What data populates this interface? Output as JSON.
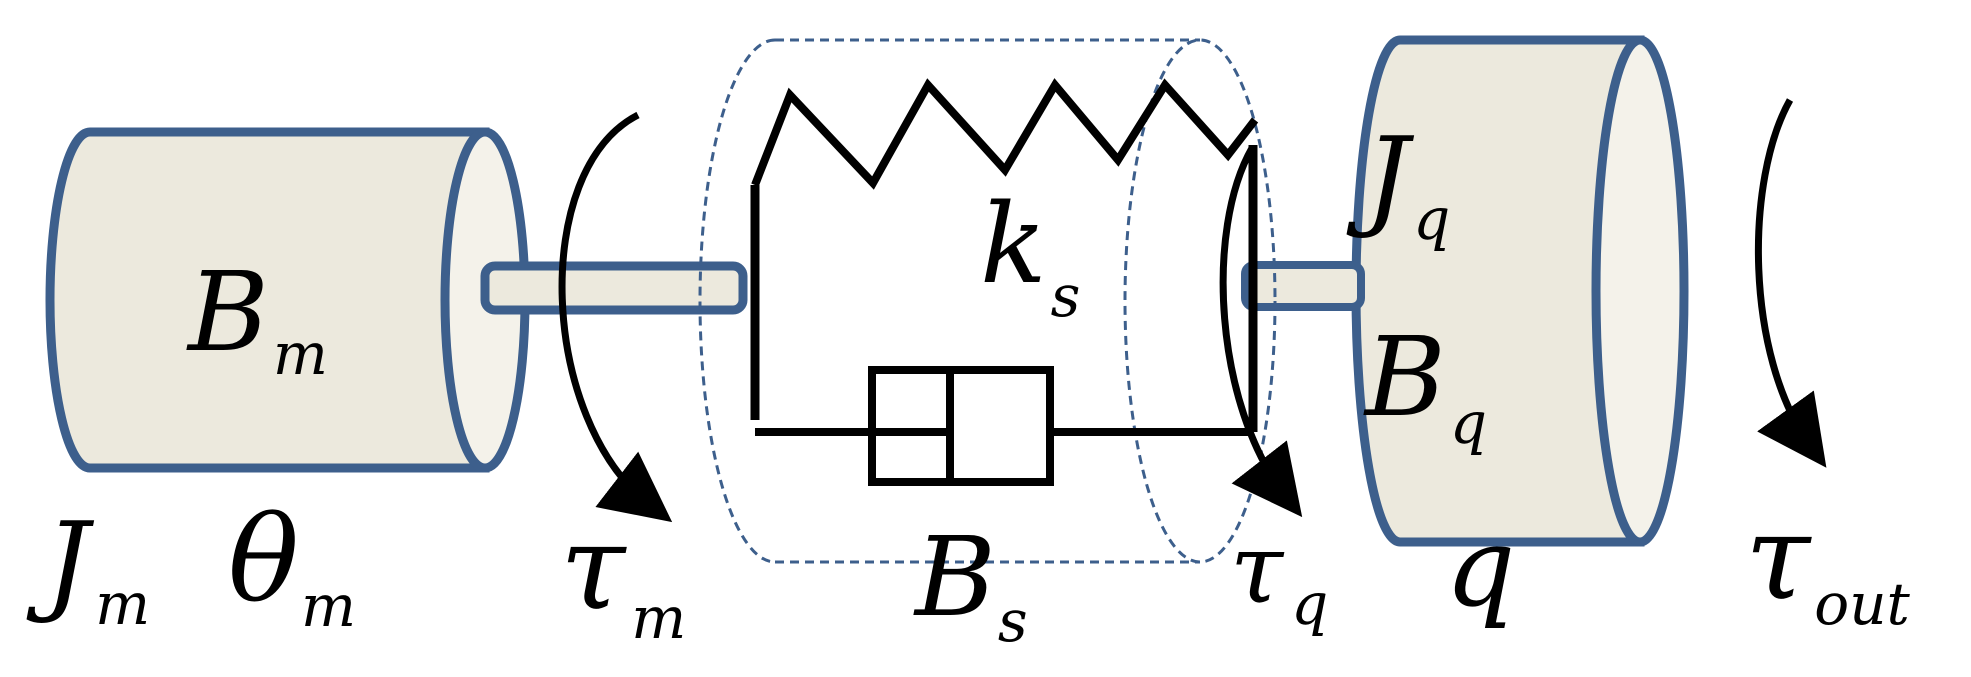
{
  "colors": {
    "cylinder_fill": "#ece9dd",
    "cylinder_face": "#f4f2ea",
    "cylinder_edge": "#3d5f8c",
    "dashed_housing": "#3d5f8c",
    "line": "#000000"
  },
  "icons": {
    "motor": "motor-cylinder-icon",
    "link": "link-cylinder-icon",
    "spring": "spring-icon",
    "damper": "damper-icon",
    "torque": "torque-arrow-icon"
  },
  "labels": {
    "motor_damping": {
      "main": "B",
      "sub": "m"
    },
    "motor_inertia": {
      "main": "J",
      "sub": "m"
    },
    "motor_angle": {
      "main": "θ",
      "sub": "m"
    },
    "motor_torque": {
      "main": "τ",
      "sub": "m"
    },
    "spring_stiffness": {
      "main": "k",
      "sub": "s"
    },
    "spring_damping": {
      "main": "B",
      "sub": "s"
    },
    "joint_torque": {
      "main": "τ",
      "sub": "q"
    },
    "link_inertia": {
      "main": "J",
      "sub": "q"
    },
    "link_damping": {
      "main": "B",
      "sub": "q"
    },
    "link_position": {
      "main": "q"
    },
    "output_torque": {
      "main": "τ",
      "sub": "out"
    }
  }
}
